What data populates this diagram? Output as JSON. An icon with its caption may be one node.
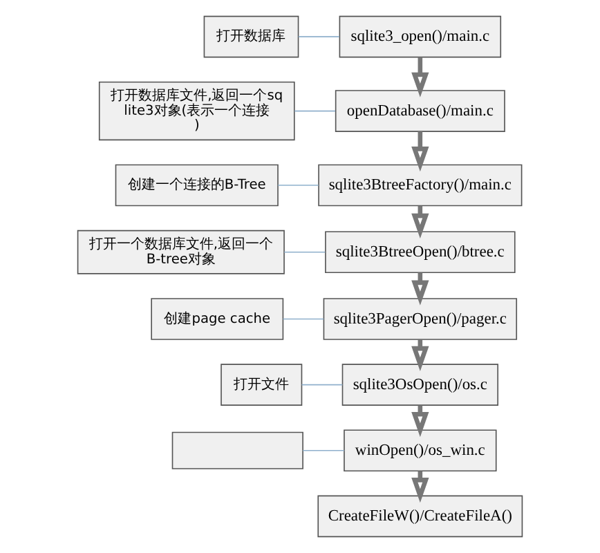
{
  "diagram": {
    "nodes": [
      {
        "text": [
          "打开数据库"
        ]
      },
      {
        "text": [
          "sqlite3_open()/main.c"
        ]
      },
      {
        "text": [
          "打开数据库文件,返回一个sqlite3对象(表示一个连接)"
        ]
      },
      {
        "text": [
          "openDatabase()/main.c"
        ]
      },
      {
        "text": [
          "创建一个连接的B-Tree"
        ]
      },
      {
        "text": [
          "sqlite3BtreeFactory()/main.c"
        ]
      },
      {
        "text": [
          "打开一个数据库文件,返回一个B-tree对象"
        ]
      },
      {
        "text": [
          "sqlite3BtreeOpen()/btree.c"
        ]
      },
      {
        "text": [
          "创建page cache"
        ]
      },
      {
        "text": [
          "sqlite3PagerOpen()/pager.c"
        ]
      },
      {
        "text": [
          "打开文件"
        ]
      },
      {
        "text": [
          "sqlite3OsOpen()/os.c"
        ]
      },
      {
        "text": [],
        "shape": "box"
      },
      {
        "text": [
          "winOpen()/os_win.c"
        ]
      },
      {
        "text": [
          "CreateFileW()/CreateFileA()"
        ]
      }
    ],
    "edges": [
      {
        "from": 0,
        "to": 1,
        "arrow": "none",
        "color": "#8fb0cc"
      },
      {
        "from": 1,
        "to": 3,
        "arrow": "to",
        "style": "thick"
      },
      {
        "from": 2,
        "to": 3,
        "arrow": "none",
        "color": "#8fb0cc"
      },
      {
        "from": 3,
        "to": 5,
        "arrow": "to",
        "style": "thick"
      },
      {
        "from": 4,
        "to": 5,
        "arrow": "none",
        "color": "#8fb0cc"
      },
      {
        "from": 5,
        "to": 7,
        "arrow": "to",
        "style": "thick"
      },
      {
        "from": 6,
        "to": 7,
        "arrow": "none",
        "color": "#8fb0cc"
      },
      {
        "from": 7,
        "to": 9,
        "arrow": "to",
        "style": "thick"
      },
      {
        "from": 8,
        "to": 9,
        "arrow": "none",
        "color": "#8fb0cc"
      },
      {
        "from": 9,
        "to": 11,
        "arrow": "to",
        "style": "thick"
      },
      {
        "from": 10,
        "to": 11,
        "arrow": "none",
        "color": "#8fb0cc"
      },
      {
        "from": 11,
        "to": 13,
        "arrow": "to",
        "style": "thick"
      },
      {
        "from": 12,
        "to": 13,
        "arrow": "none",
        "color": "#8fb0cc"
      },
      {
        "from": 13,
        "to": 14,
        "arrow": "to",
        "style": "thick"
      }
    ]
  }
}
